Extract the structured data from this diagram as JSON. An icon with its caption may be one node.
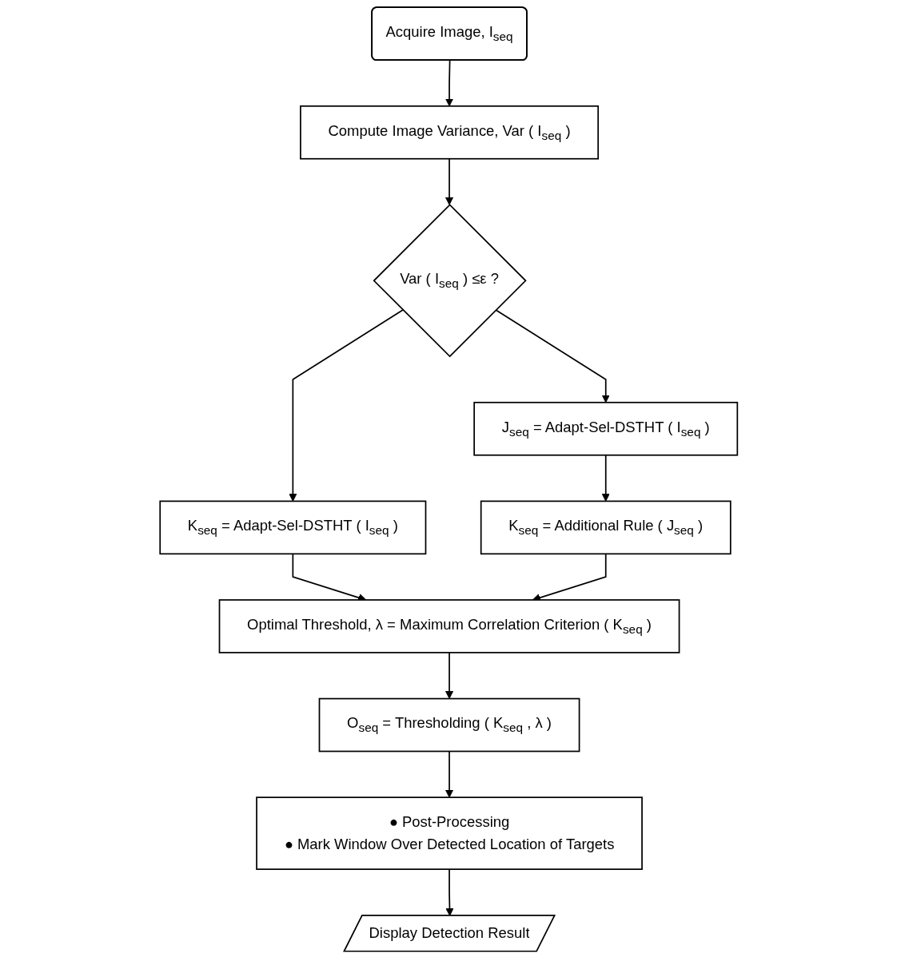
{
  "diagram": {
    "nodes": [
      {
        "text": [
          "Acquire Image, I$_{seq}$"
        ]
      },
      {
        "text": [
          "Compute Image Variance, Var ( I$_{seq}$ )"
        ]
      },
      {
        "text": [
          "Var ( I$_{seq}$ ) ≤ε ?"
        ]
      },
      {
        "text": [
          "K$_{seq}$ = Adapt-Sel-DSTHT ( I$_{seq}$ )"
        ]
      },
      {
        "text": [
          "J$_{seq}$ = Adapt-Sel-DSTHT ( I$_{seq}$ )"
        ]
      },
      {
        "text": [
          "K$_{seq}$ = Additional Rule ( J$_{seq}$ )"
        ]
      },
      {
        "text": [
          "Optimal Threshold, λ = Maximum Correlation Criterion ( K$_{seq}$ )"
        ]
      },
      {
        "text": [
          "O$_{seq}$ = Thresholding ( K$_{seq}$ , λ )"
        ]
      },
      {
        "text": [
          "● Post-Processing",
          "● Mark Window Over Detected Location of Targets"
        ]
      },
      {
        "text": [
          "Display Detection Result"
        ]
      }
    ],
    "edges": [
      {
        "from": 0,
        "to": 1,
        "arrow": "to"
      },
      {
        "from": 1,
        "to": 2,
        "arrow": "to"
      },
      {
        "from": 2,
        "to": 3,
        "arrow": "to"
      },
      {
        "from": 2,
        "to": 4,
        "arrow": "to"
      },
      {
        "from": 4,
        "to": 5,
        "arrow": "to"
      },
      {
        "from": 3,
        "to": 6,
        "arrow": "to"
      },
      {
        "from": 5,
        "to": 6,
        "arrow": "to"
      },
      {
        "from": 6,
        "to": 7,
        "arrow": "to"
      },
      {
        "from": 7,
        "to": 8,
        "arrow": "to"
      },
      {
        "from": 8,
        "to": 9,
        "arrow": "to"
      }
    ]
  }
}
